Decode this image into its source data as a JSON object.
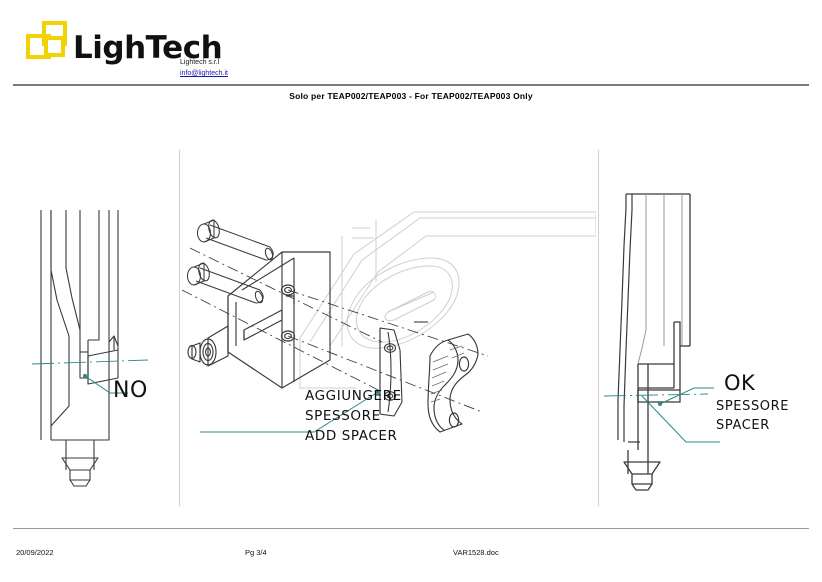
{
  "header": {
    "logo_name": "LighTech",
    "logo_mark_icon": "lightech-squares-logo-icon",
    "company": "Lightech s.r.l",
    "email": "info@lightech.it",
    "doc_title": "Solo per TEAP002/TEAP003  - For TEAP002/TEAP003 Only"
  },
  "footer": {
    "date": "20/09/2022",
    "page": "Pg 3/4",
    "file": "VAR1528.doc"
  },
  "panes": {
    "left": {
      "name": "incorrect-mounting-view",
      "callout": "NO"
    },
    "center": {
      "name": "exploded-assembly-view",
      "callout_line1": "AGGIUNGERE",
      "callout_line2": "SPESSORE",
      "callout_line3": "ADD SPACER"
    },
    "right": {
      "name": "correct-mounting-view",
      "callout": "OK",
      "callout_it": "SPESSORE",
      "callout_en": "SPACER"
    }
  },
  "colors": {
    "brand_yellow": "#F2D200",
    "leader_teal": "#2b8a8a",
    "line_dark": "#3a3a3a",
    "line_light": "#c9c9c9",
    "rule_gray": "#7a7a7a",
    "link_blue": "#1a1aaa"
  }
}
